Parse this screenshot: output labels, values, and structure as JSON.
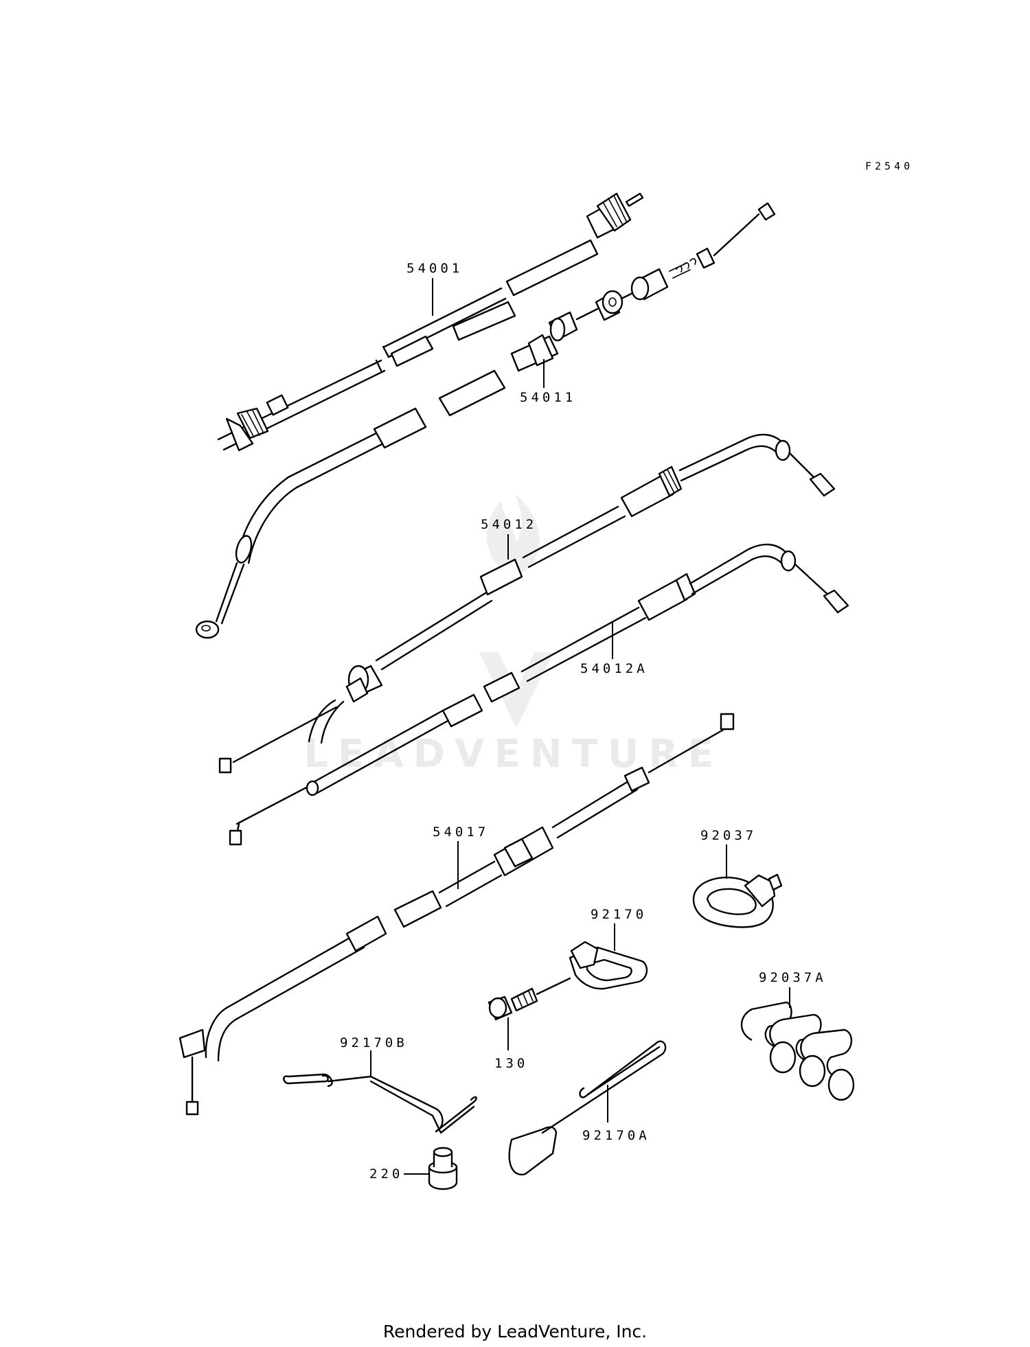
{
  "diagram": {
    "figure_code": "F2540",
    "parts": {
      "p54001": "54001",
      "p54011": "54011",
      "p54012": "54012",
      "p54012A": "54012A",
      "p54017": "54017",
      "p92037": "92037",
      "p92037A": "92037A",
      "p92170": "92170",
      "p92170A": "92170A",
      "p92170B": "92170B",
      "p130": "130",
      "p220": "220"
    }
  },
  "watermark": {
    "text": "LEADVENTURE"
  },
  "footer": {
    "text": "Rendered by LeadVenture, Inc."
  }
}
